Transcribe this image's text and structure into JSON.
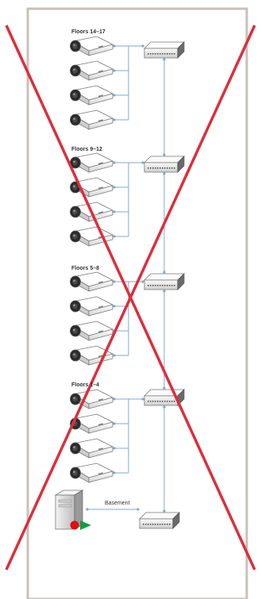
{
  "groups": [
    {
      "label": "Floors 14–17",
      "camera_count": 4
    },
    {
      "label": "Floors 9–12",
      "camera_count": 4
    },
    {
      "label": "Floors 5–8",
      "camera_count": 4
    },
    {
      "label": "Floors 1–4",
      "camera_count": 4
    }
  ],
  "basement": {
    "label": "Basement"
  },
  "colors": {
    "frame_border": "#c8c1b8",
    "link_line": "#7fa9cc",
    "cross_out": "#dd2e3c",
    "camera_body": "#f4f4f4",
    "switch_body": "#e9e9e9",
    "server_red_dot": "#e01010",
    "server_green_arrow": "#10a040"
  },
  "icons": {
    "camera": "security-camera-icon",
    "switch": "network-switch-icon",
    "server": "server-tower-icon"
  }
}
